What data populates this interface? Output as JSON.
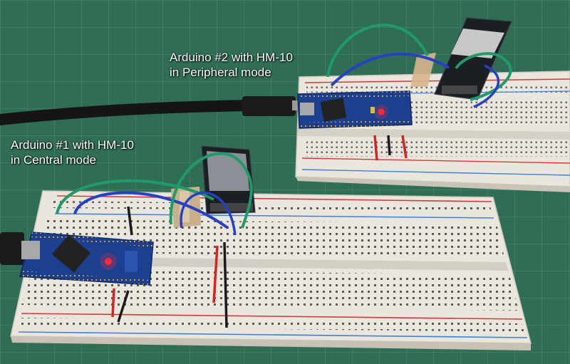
{
  "captions": {
    "arduino2_line1": "Arduino #2 with HM-10",
    "arduino2_line2": "in Peripheral mode",
    "arduino1_line1": "Arduino #1 with HM-10",
    "arduino1_line2": "in Central mode"
  },
  "colors": {
    "cutting_mat": "#2f6e55",
    "mat_grid": "#5d9b84",
    "breadboard": "#eae6de",
    "rail_red": "#d23a3a",
    "rail_blue": "#3d83d6",
    "arduino_pcb": "#1c3f8f",
    "hm10_pcb": "#1b1f24",
    "led_red": "#ff2a3a",
    "wire_green": "#1f9a6a",
    "wire_blue": "#2841c4",
    "wire_red": "#d42525",
    "wire_black": "#1a1a1a",
    "usb_cable": "#151515"
  },
  "icons": {
    "arduino_board": "microcontroller-board-icon",
    "ble_module": "bluetooth-module-icon",
    "usb_cable": "usb-cable-icon"
  }
}
